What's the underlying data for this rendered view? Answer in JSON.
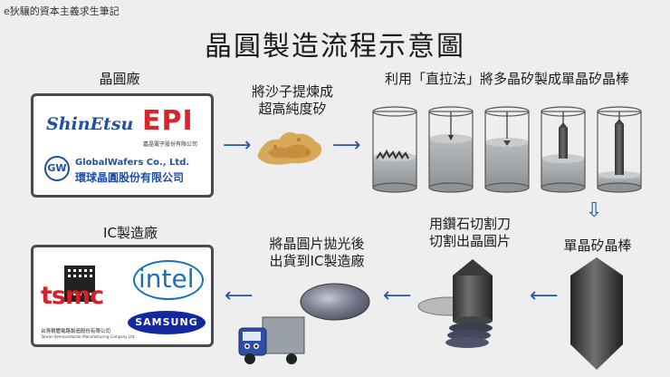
{
  "watermark": "e狄驤的資本主義求生筆記",
  "title": "晶圓製造流程示意圖",
  "top_row": {
    "wafer_factory_label": "晶圓廠",
    "step_purify": "將沙子提煉成\n超高純度矽",
    "step_czochralski": "利用「直拉法」將多晶矽製成單晶矽晶棒"
  },
  "wafer_companies": {
    "shinetsu": "ShinEtsu",
    "epi_logo": "EPI",
    "epi_sub": "嘉晶電子股份有限公司",
    "gw_badge": "GW",
    "globalwafers_en": "GlobalWafers Co., Ltd.",
    "globalwafers_zh": "環球晶圓股份有限公司"
  },
  "bottom_row": {
    "ic_factory_label": "IC製造廠",
    "step_ship": "將晶圓片拋光後\n出貨到IC製造廠",
    "step_cut": "用鑽石切割刀\n切割出晶圓片",
    "step_ingot": "單晶矽晶棒"
  },
  "ic_companies": {
    "tsmc": "tsmc",
    "tsmc_sub_zh": "台灣積體電路製造股份有限公司",
    "tsmc_sub_en": "Taiwan Semiconductor Manufacturing Company Ltd.",
    "intel": "intel",
    "samsung": "SAMSUNG"
  },
  "colors": {
    "arrow": "#2457a6",
    "shinetsu_blue": "#1f4fa6",
    "epi_red": "#d8262e",
    "tsmc_red": "#d71f28",
    "intel_blue": "#1a6fc1",
    "samsung_blue": "#1428a0"
  }
}
